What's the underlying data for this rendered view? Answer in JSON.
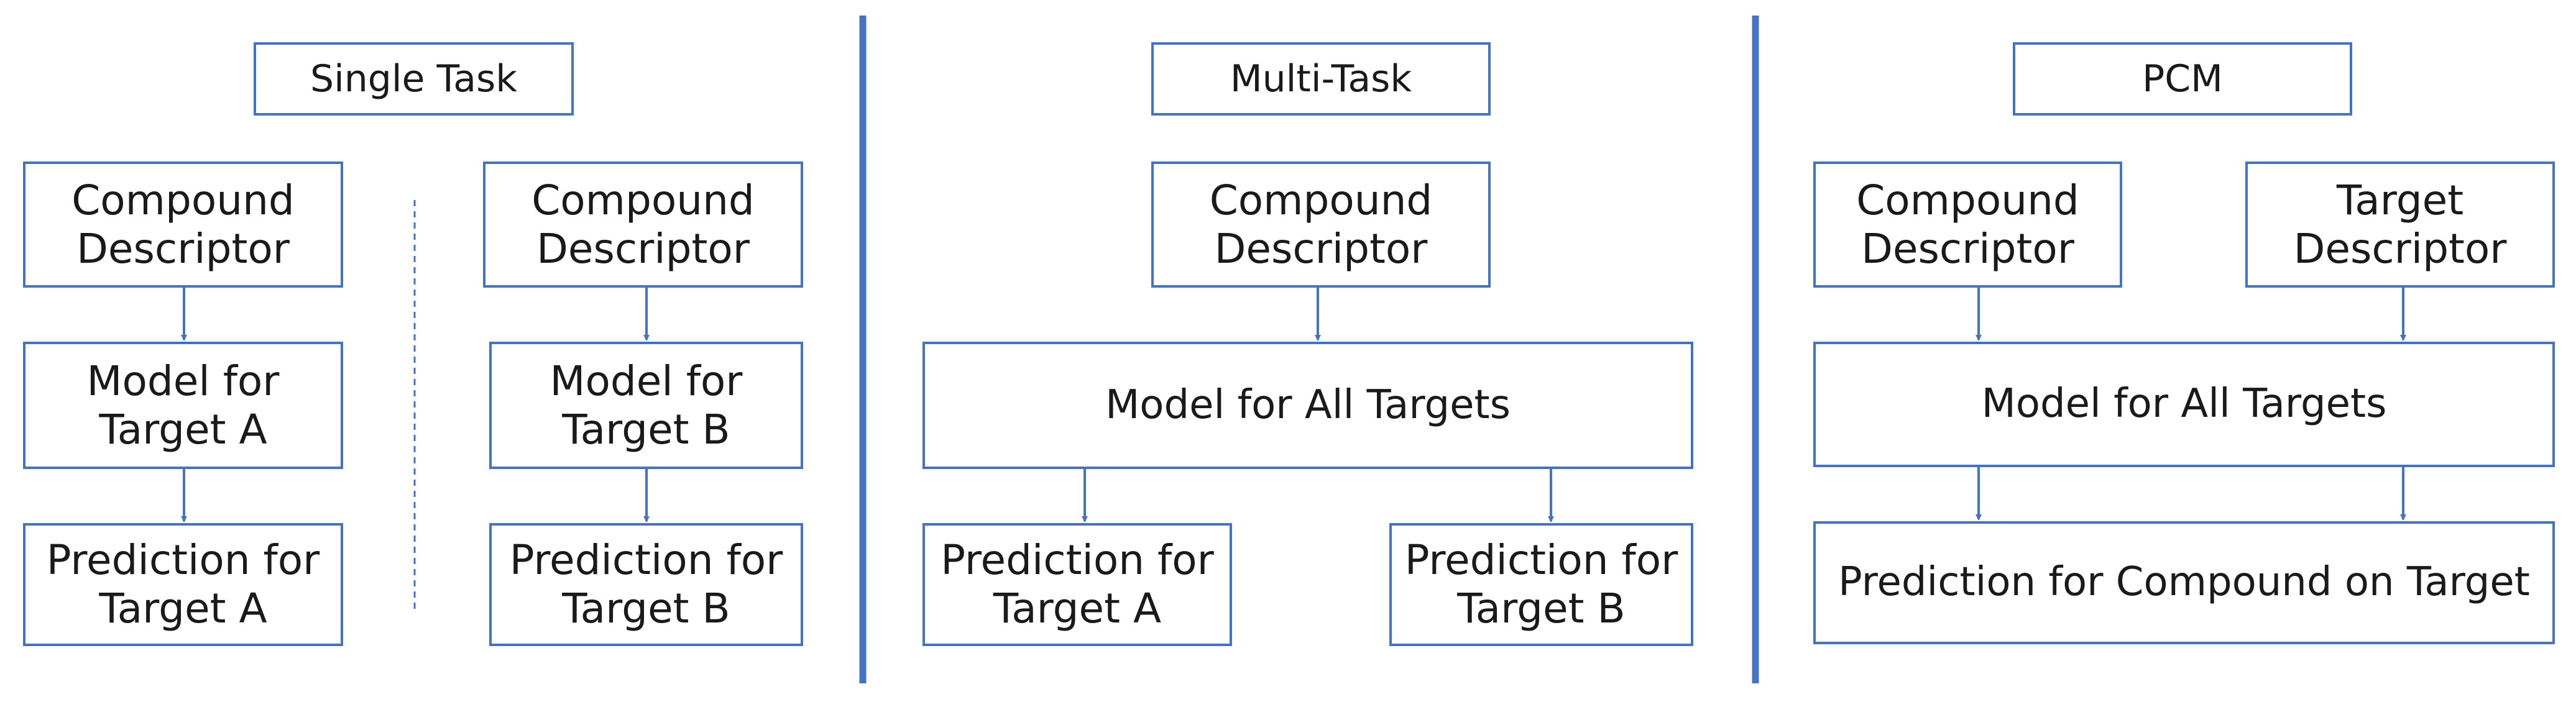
{
  "single_task": {
    "title": "Single Task",
    "left": {
      "descriptor": "Compound\nDescriptor",
      "model": "Model for\nTarget A",
      "prediction": "Prediction for\nTarget A"
    },
    "right": {
      "descriptor": "Compound\nDescriptor",
      "model": "Model for\nTarget B",
      "prediction": "Prediction for\nTarget B"
    }
  },
  "multi_task": {
    "title": "Multi-Task",
    "descriptor": "Compound\nDescriptor",
    "model": "Model for All Targets",
    "prediction_a": "Prediction for\nTarget A",
    "prediction_b": "Prediction for\nTarget B"
  },
  "pcm": {
    "title": "PCM",
    "compound_descriptor": "Compound\nDescriptor",
    "target_descriptor": "Target\nDescriptor",
    "model": "Model for All Targets",
    "prediction": "Prediction for Compound on Target"
  },
  "colors": {
    "border": "#4472c4",
    "divider": "#4472c4",
    "text": "#1a1a1a"
  }
}
